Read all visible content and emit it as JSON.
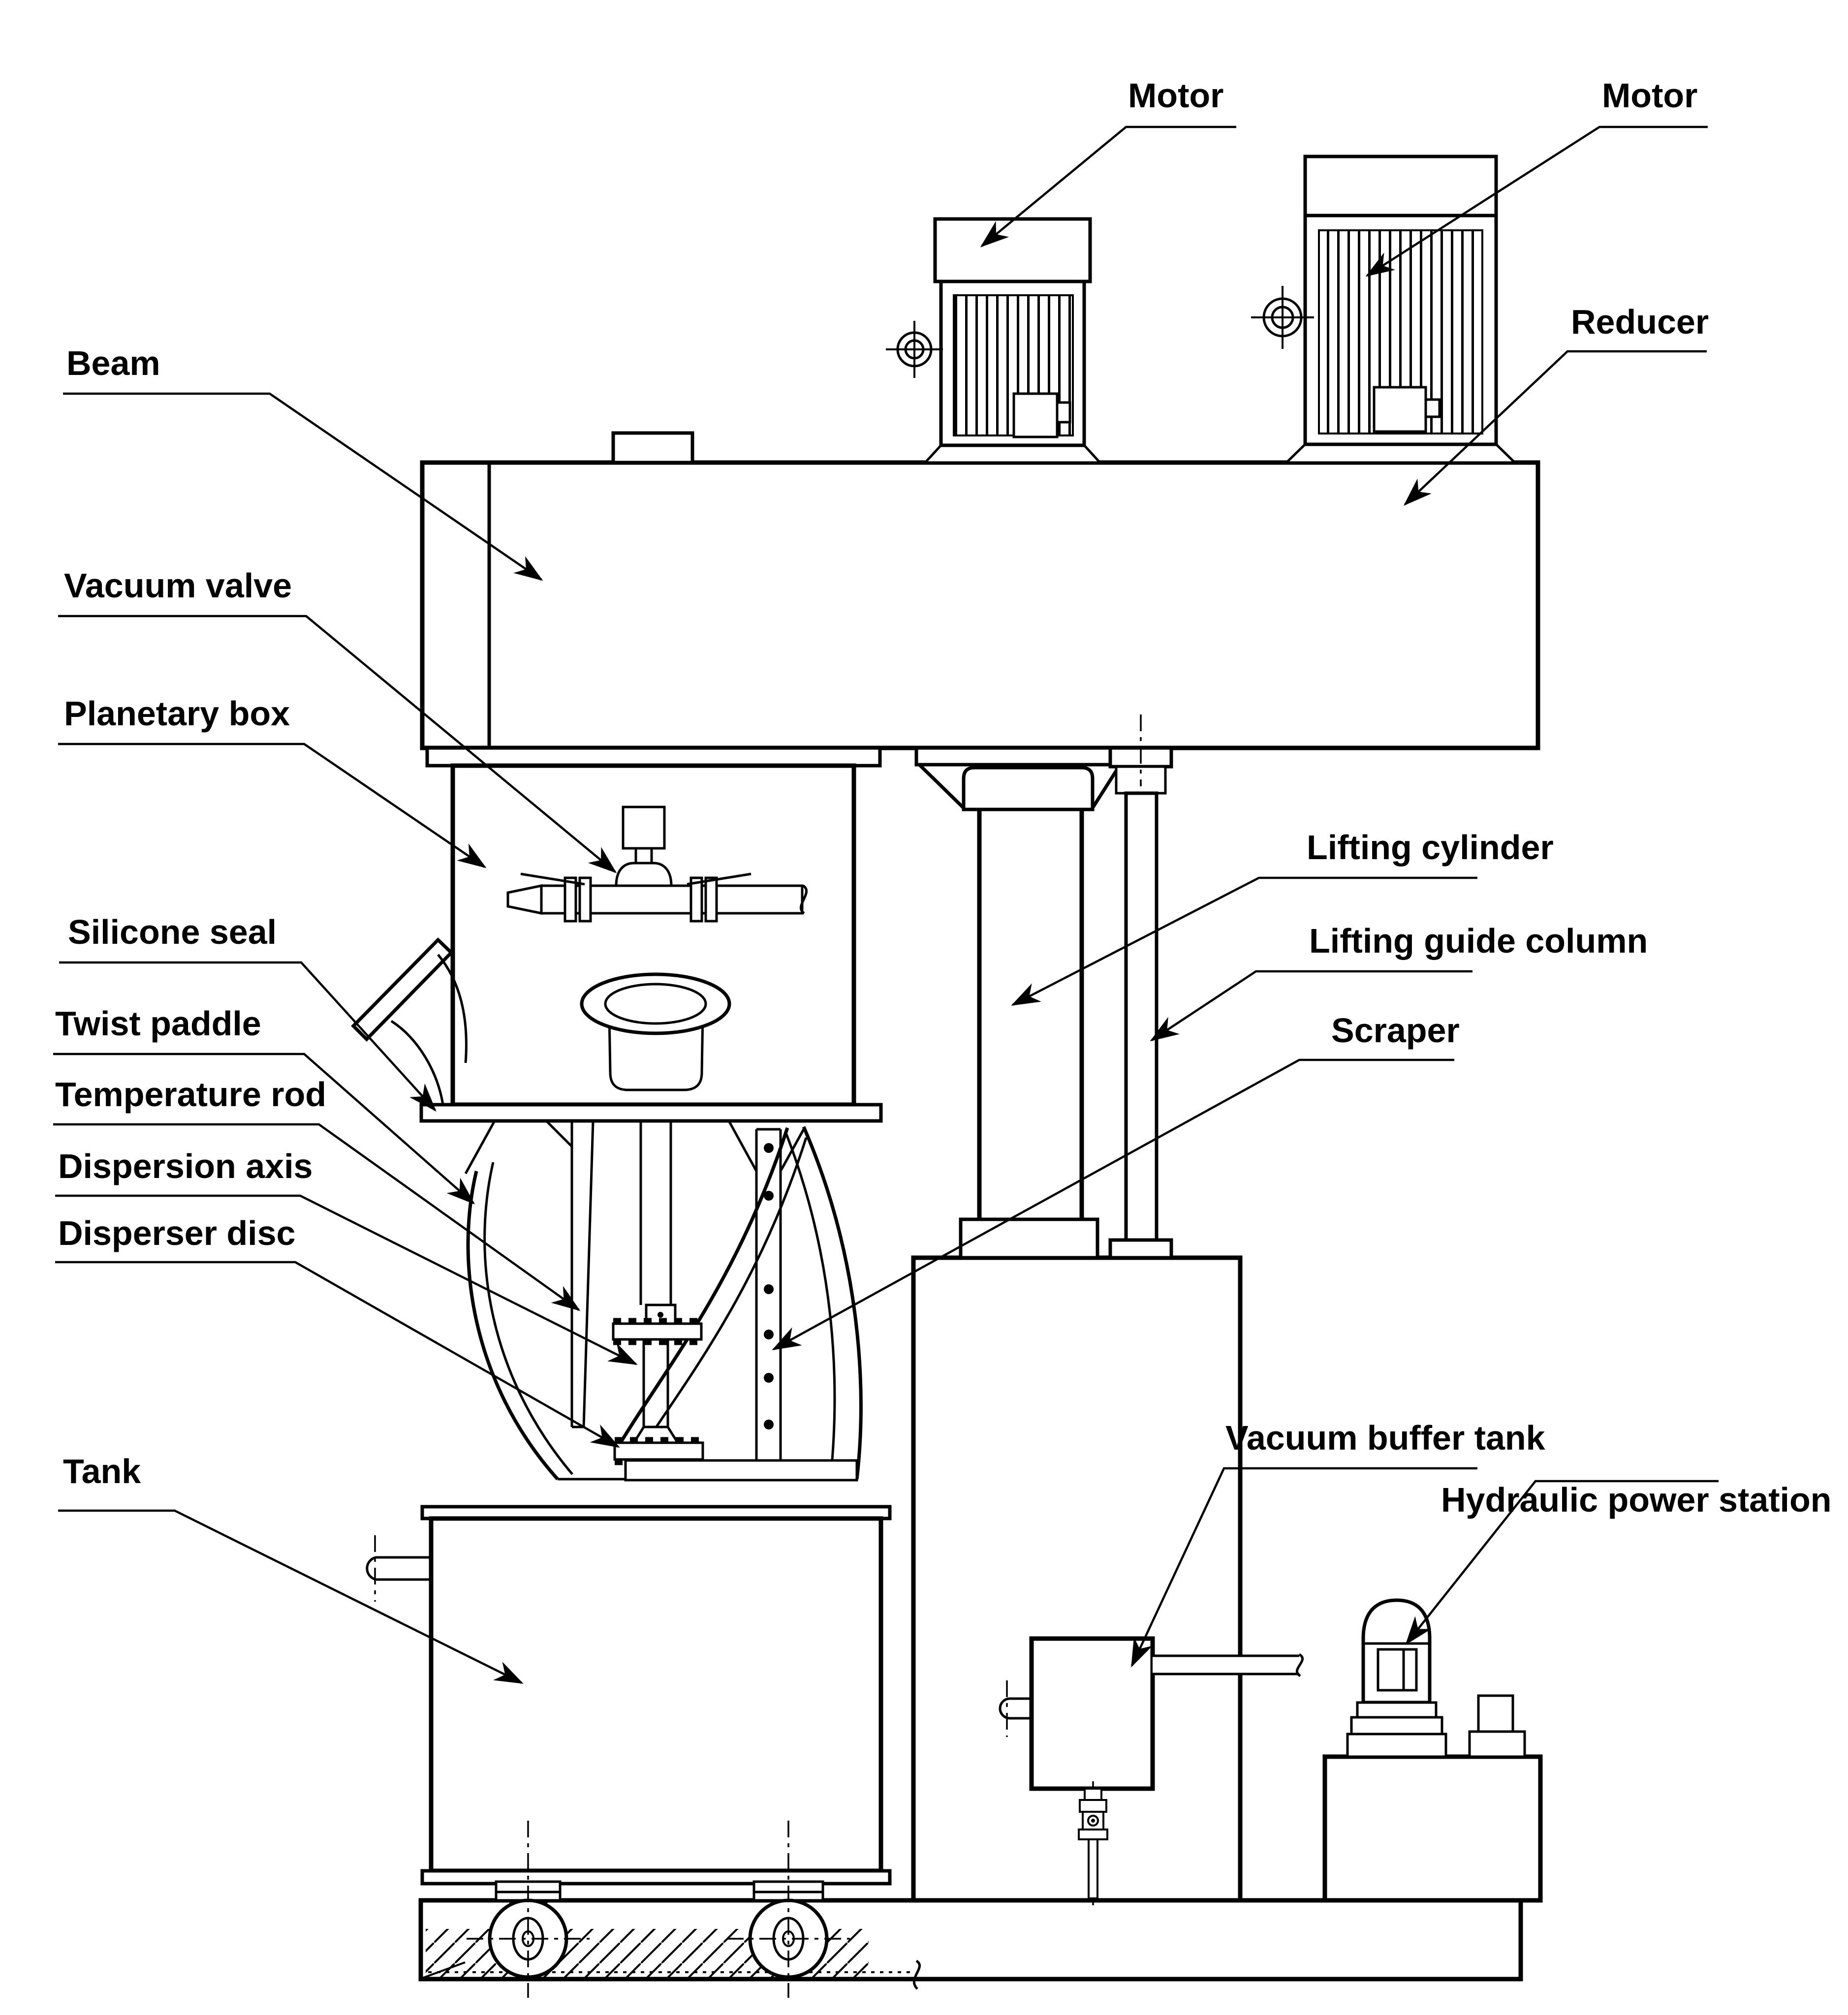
{
  "diagram": {
    "kind": "engineering line drawing",
    "subject": "planetary dispersing mixer side elevation",
    "colors": {
      "line": "#000000",
      "background": "#ffffff"
    }
  },
  "labels": {
    "motor_left": "Motor",
    "motor_right": "Motor",
    "reducer": "Reducer",
    "beam": "Beam",
    "vacuum_valve": "Vacuum valve",
    "planetary_box": "Planetary box",
    "silicone_seal": "Silicone seal",
    "twist_paddle": "Twist paddle",
    "temperature_rod": "Temperature rod",
    "dispersion_axis": "Dispersion axis",
    "disperser_disc": "Disperser disc",
    "tank": "Tank",
    "lifting_cylinder": "Lifting cylinder",
    "lifting_guide_column": "Lifting guide column",
    "scraper": "Scraper",
    "vacuum_buffer_tank": "Vacuum buffer tank",
    "hydraulic_power_station": "Hydraulic power station"
  }
}
